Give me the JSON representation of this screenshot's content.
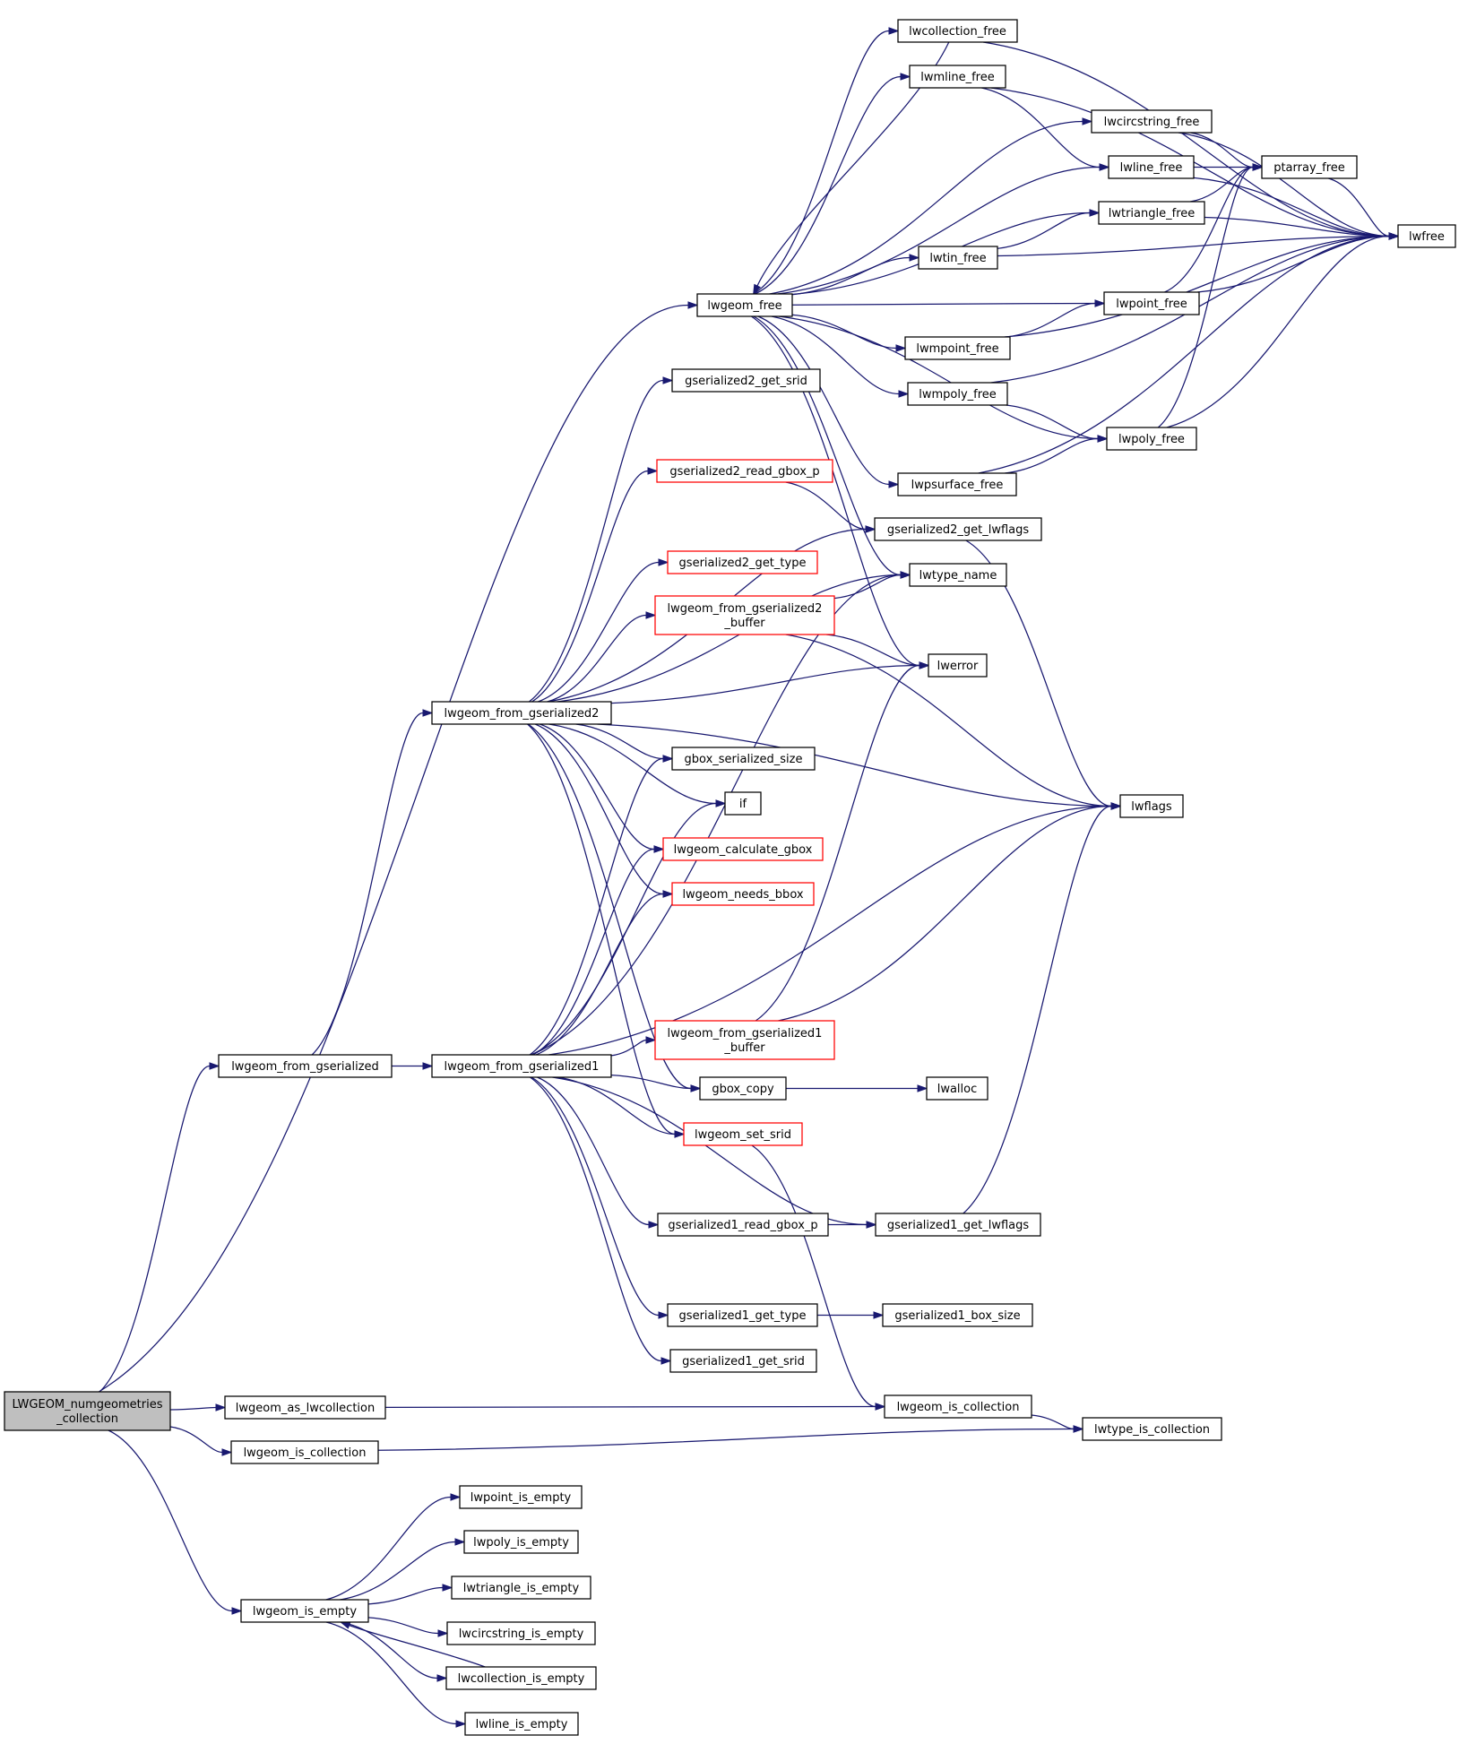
{
  "colors": {
    "edge": "#191970",
    "node_border": "#000000",
    "node_border_truncated": "#ff0000",
    "root_fill": "#bfbfbf"
  },
  "nodes": {
    "root": {
      "lines": [
        "LWGEOM_numgeometries",
        "_collection"
      ],
      "style": "root"
    },
    "lwgeom_free": {
      "lines": [
        "lwgeom_free"
      ]
    },
    "lwgeom_from_gserialized": {
      "lines": [
        "lwgeom_from_gserialized"
      ]
    },
    "lwgeom_as_lwcollection": {
      "lines": [
        "lwgeom_as_lwcollection"
      ]
    },
    "lwgeom_is_collection_a": {
      "lines": [
        "lwgeom_is_collection"
      ]
    },
    "lwgeom_is_empty": {
      "lines": [
        "lwgeom_is_empty"
      ]
    },
    "lwgeom_from_gserialized2": {
      "lines": [
        "lwgeom_from_gserialized2"
      ]
    },
    "lwgeom_from_gserialized1": {
      "lines": [
        "lwgeom_from_gserialized1"
      ]
    },
    "gserialized2_get_srid": {
      "lines": [
        "gserialized2_get_srid"
      ]
    },
    "gserialized2_read_gbox_p": {
      "lines": [
        "gserialized2_read_gbox_p"
      ],
      "style": "red"
    },
    "gserialized2_get_type": {
      "lines": [
        "gserialized2_get_type"
      ],
      "style": "red"
    },
    "lwgeom_from_gserialized2_buffer": {
      "lines": [
        "lwgeom_from_gserialized2",
        "_buffer"
      ],
      "style": "red"
    },
    "gbox_serialized_size": {
      "lines": [
        "gbox_serialized_size"
      ]
    },
    "if": {
      "lines": [
        "if"
      ]
    },
    "lwgeom_calculate_gbox": {
      "lines": [
        "lwgeom_calculate_gbox"
      ],
      "style": "red"
    },
    "lwgeom_needs_bbox": {
      "lines": [
        "lwgeom_needs_bbox"
      ],
      "style": "red"
    },
    "lwgeom_from_gserialized1_buffer": {
      "lines": [
        "lwgeom_from_gserialized1",
        "_buffer"
      ],
      "style": "red"
    },
    "gbox_copy": {
      "lines": [
        "gbox_copy"
      ]
    },
    "lwgeom_set_srid": {
      "lines": [
        "lwgeom_set_srid"
      ],
      "style": "red"
    },
    "gserialized1_read_gbox_p": {
      "lines": [
        "gserialized1_read_gbox_p"
      ]
    },
    "gserialized1_get_type": {
      "lines": [
        "gserialized1_get_type"
      ]
    },
    "gserialized1_get_srid": {
      "lines": [
        "gserialized1_get_srid"
      ]
    },
    "lwpoint_is_empty": {
      "lines": [
        "lwpoint_is_empty"
      ]
    },
    "lwpoly_is_empty": {
      "lines": [
        "lwpoly_is_empty"
      ]
    },
    "lwtriangle_is_empty": {
      "lines": [
        "lwtriangle_is_empty"
      ]
    },
    "lwcircstring_is_empty": {
      "lines": [
        "lwcircstring_is_empty"
      ]
    },
    "lwcollection_is_empty": {
      "lines": [
        "lwcollection_is_empty"
      ]
    },
    "lwline_is_empty": {
      "lines": [
        "lwline_is_empty"
      ]
    },
    "lwcollection_free": {
      "lines": [
        "lwcollection_free"
      ]
    },
    "lwmline_free": {
      "lines": [
        "lwmline_free"
      ]
    },
    "lwtin_free": {
      "lines": [
        "lwtin_free"
      ]
    },
    "lwmpoint_free": {
      "lines": [
        "lwmpoint_free"
      ]
    },
    "lwmpoly_free": {
      "lines": [
        "lwmpoly_free"
      ]
    },
    "lwpsurface_free": {
      "lines": [
        "lwpsurface_free"
      ]
    },
    "gserialized2_get_lwflags": {
      "lines": [
        "gserialized2_get_lwflags"
      ]
    },
    "lwtype_name": {
      "lines": [
        "lwtype_name"
      ]
    },
    "lwerror": {
      "lines": [
        "lwerror"
      ]
    },
    "lwalloc": {
      "lines": [
        "lwalloc"
      ]
    },
    "gserialized1_get_lwflags": {
      "lines": [
        "gserialized1_get_lwflags"
      ]
    },
    "gserialized1_box_size": {
      "lines": [
        "gserialized1_box_size"
      ]
    },
    "lwgeom_is_collection_b": {
      "lines": [
        "lwgeom_is_collection"
      ]
    },
    "lwcircstring_free": {
      "lines": [
        "lwcircstring_free"
      ]
    },
    "lwline_free": {
      "lines": [
        "lwline_free"
      ]
    },
    "lwtriangle_free": {
      "lines": [
        "lwtriangle_free"
      ]
    },
    "lwpoint_free": {
      "lines": [
        "lwpoint_free"
      ]
    },
    "lwpoly_free": {
      "lines": [
        "lwpoly_free"
      ]
    },
    "lwflags": {
      "lines": [
        "lwflags"
      ]
    },
    "lwtype_is_collection": {
      "lines": [
        "lwtype_is_collection"
      ]
    },
    "ptarray_free": {
      "lines": [
        "ptarray_free"
      ]
    },
    "lwfree": {
      "lines": [
        "lwfree"
      ]
    }
  },
  "edges": [
    [
      "root",
      "lwgeom_free"
    ],
    [
      "root",
      "lwgeom_from_gserialized"
    ],
    [
      "root",
      "lwgeom_as_lwcollection"
    ],
    [
      "root",
      "lwgeom_is_collection_a"
    ],
    [
      "root",
      "lwgeom_is_empty"
    ],
    [
      "lwgeom_from_gserialized",
      "lwgeom_from_gserialized2"
    ],
    [
      "lwgeom_from_gserialized",
      "lwgeom_from_gserialized1"
    ],
    [
      "lwgeom_as_lwcollection",
      "lwgeom_is_collection_b"
    ],
    [
      "lwgeom_is_collection_a",
      "lwtype_is_collection"
    ],
    [
      "lwgeom_is_empty",
      "lwpoint_is_empty"
    ],
    [
      "lwgeom_is_empty",
      "lwpoly_is_empty"
    ],
    [
      "lwgeom_is_empty",
      "lwtriangle_is_empty"
    ],
    [
      "lwgeom_is_empty",
      "lwcircstring_is_empty"
    ],
    [
      "lwgeom_is_empty",
      "lwcollection_is_empty"
    ],
    [
      "lwgeom_is_empty",
      "lwline_is_empty"
    ],
    [
      "lwcollection_is_empty",
      "lwgeom_is_empty"
    ],
    [
      "lwgeom_free",
      "lwcollection_free"
    ],
    [
      "lwgeom_free",
      "lwmline_free"
    ],
    [
      "lwgeom_free",
      "lwcircstring_free"
    ],
    [
      "lwgeom_free",
      "lwline_free"
    ],
    [
      "lwgeom_free",
      "lwtriangle_free"
    ],
    [
      "lwgeom_free",
      "lwtin_free"
    ],
    [
      "lwgeom_free",
      "lwpoint_free"
    ],
    [
      "lwgeom_free",
      "lwmpoint_free"
    ],
    [
      "lwgeom_free",
      "lwmpoly_free"
    ],
    [
      "lwgeom_free",
      "lwpoly_free"
    ],
    [
      "lwgeom_free",
      "lwpsurface_free"
    ],
    [
      "lwgeom_free",
      "lwtype_name"
    ],
    [
      "lwgeom_free",
      "lwerror"
    ],
    [
      "lwcollection_free",
      "lwgeom_free"
    ],
    [
      "lwcollection_free",
      "lwfree"
    ],
    [
      "lwmline_free",
      "lwline_free"
    ],
    [
      "lwmline_free",
      "lwfree"
    ],
    [
      "lwcircstring_free",
      "ptarray_free"
    ],
    [
      "lwcircstring_free",
      "lwfree"
    ],
    [
      "lwline_free",
      "ptarray_free"
    ],
    [
      "lwline_free",
      "lwfree"
    ],
    [
      "lwtriangle_free",
      "ptarray_free"
    ],
    [
      "lwtriangle_free",
      "lwfree"
    ],
    [
      "lwtin_free",
      "lwtriangle_free"
    ],
    [
      "lwtin_free",
      "lwfree"
    ],
    [
      "lwpoint_free",
      "ptarray_free"
    ],
    [
      "lwpoint_free",
      "lwfree"
    ],
    [
      "lwmpoint_free",
      "lwpoint_free"
    ],
    [
      "lwmpoint_free",
      "lwfree"
    ],
    [
      "lwmpoly_free",
      "lwpoly_free"
    ],
    [
      "lwmpoly_free",
      "lwfree"
    ],
    [
      "lwpoly_free",
      "ptarray_free"
    ],
    [
      "lwpoly_free",
      "lwfree"
    ],
    [
      "lwpsurface_free",
      "lwpoly_free"
    ],
    [
      "lwpsurface_free",
      "lwfree"
    ],
    [
      "ptarray_free",
      "lwfree"
    ],
    [
      "lwgeom_from_gserialized2",
      "gserialized2_get_srid"
    ],
    [
      "lwgeom_from_gserialized2",
      "gserialized2_read_gbox_p"
    ],
    [
      "lwgeom_from_gserialized2",
      "gserialized2_get_type"
    ],
    [
      "lwgeom_from_gserialized2",
      "lwgeom_from_gserialized2_buffer"
    ],
    [
      "lwgeom_from_gserialized2",
      "gbox_serialized_size"
    ],
    [
      "lwgeom_from_gserialized2",
      "if"
    ],
    [
      "lwgeom_from_gserialized2",
      "lwgeom_calculate_gbox"
    ],
    [
      "lwgeom_from_gserialized2",
      "lwgeom_needs_bbox"
    ],
    [
      "lwgeom_from_gserialized2",
      "gbox_copy"
    ],
    [
      "lwgeom_from_gserialized2",
      "lwgeom_set_srid"
    ],
    [
      "lwgeom_from_gserialized2",
      "gserialized2_get_lwflags"
    ],
    [
      "lwgeom_from_gserialized2",
      "lwtype_name"
    ],
    [
      "lwgeom_from_gserialized2",
      "lwerror"
    ],
    [
      "lwgeom_from_gserialized2",
      "lwflags"
    ],
    [
      "gserialized2_read_gbox_p",
      "gserialized2_get_lwflags"
    ],
    [
      "gserialized2_get_lwflags",
      "lwflags"
    ],
    [
      "lwgeom_from_gserialized2_buffer",
      "lwtype_name"
    ],
    [
      "lwgeom_from_gserialized2_buffer",
      "lwerror"
    ],
    [
      "lwgeom_from_gserialized2_buffer",
      "lwflags"
    ],
    [
      "lwgeom_from_gserialized1",
      "gbox_serialized_size"
    ],
    [
      "lwgeom_from_gserialized1",
      "if"
    ],
    [
      "lwgeom_from_gserialized1",
      "lwgeom_calculate_gbox"
    ],
    [
      "lwgeom_from_gserialized1",
      "lwgeom_needs_bbox"
    ],
    [
      "lwgeom_from_gserialized1",
      "lwtype_name"
    ],
    [
      "lwgeom_from_gserialized1",
      "lwgeom_from_gserialized1_buffer"
    ],
    [
      "lwgeom_from_gserialized1",
      "gbox_copy"
    ],
    [
      "lwgeom_from_gserialized1",
      "lwgeom_set_srid"
    ],
    [
      "lwgeom_from_gserialized1",
      "lwflags"
    ],
    [
      "lwgeom_from_gserialized1",
      "gserialized1_read_gbox_p"
    ],
    [
      "lwgeom_from_gserialized1",
      "gserialized1_get_lwflags"
    ],
    [
      "lwgeom_from_gserialized1",
      "gserialized1_get_type"
    ],
    [
      "lwgeom_from_gserialized1",
      "gserialized1_get_srid"
    ],
    [
      "lwgeom_from_gserialized1_buffer",
      "lwerror"
    ],
    [
      "lwgeom_from_gserialized1_buffer",
      "lwflags"
    ],
    [
      "gbox_copy",
      "lwalloc"
    ],
    [
      "lwgeom_set_srid",
      "lwgeom_is_collection_b"
    ],
    [
      "gserialized1_read_gbox_p",
      "gserialized1_get_lwflags"
    ],
    [
      "gserialized1_get_lwflags",
      "lwflags"
    ],
    [
      "gserialized1_get_type",
      "gserialized1_box_size"
    ],
    [
      "lwgeom_is_collection_b",
      "lwtype_is_collection"
    ]
  ]
}
